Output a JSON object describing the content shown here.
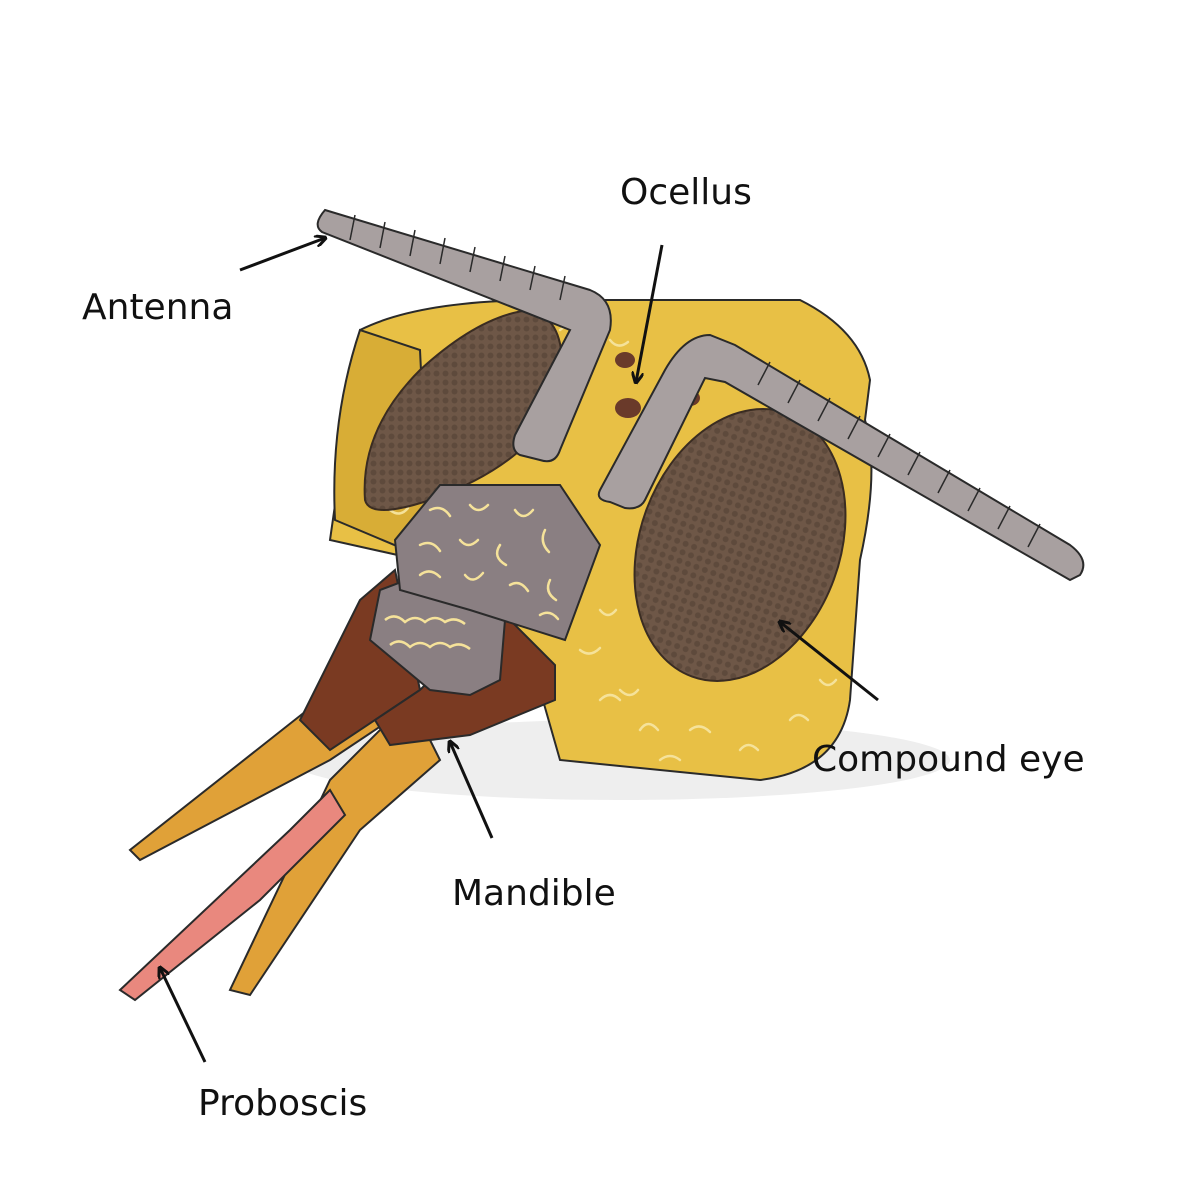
{
  "labels": {
    "ocellus": "Ocellus",
    "antenna": "Antenna",
    "compound_eye": "Compound eye",
    "mandible": "Mandible",
    "proboscis": "Proboscis"
  },
  "colors": {
    "head_yellow": "#e8c045",
    "eye_brown": "#6b5544",
    "antenna_grey": "#a8a0a0",
    "clypeus_grey": "#8a7f82",
    "mandible_orange": "#e0a138",
    "mouthpart_brown": "#7a3a22",
    "proboscis_pink": "#e9887e",
    "hair_lines": "#f5e29a",
    "arrow": "#111111"
  }
}
